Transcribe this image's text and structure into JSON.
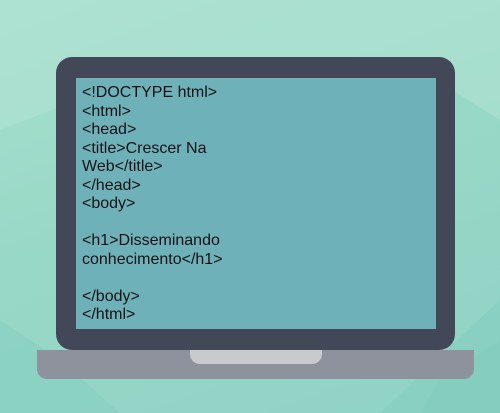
{
  "screen": {
    "code_lines": [
      "<!DOCTYPE html>",
      "<html>",
      "<head>",
      "<title>Crescer Na",
      "Web</title>",
      "</head>",
      "<body>",
      "",
      "<h1>Disseminando",
      "conhecimento</h1>",
      "",
      "</body>",
      "</html>"
    ]
  },
  "colors": {
    "background": "#9fdcc9",
    "laptop_frame": "#424857",
    "screen": "#6eb1b8",
    "base": "#8d929d",
    "notch": "#c8cace",
    "code_text": "#111317"
  }
}
